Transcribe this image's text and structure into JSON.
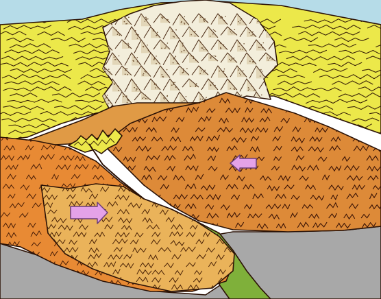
{
  "diagram": {
    "colors": {
      "sky": "#b6dce8",
      "peaks": "#f3eedb",
      "peak_shadow": "#e2d6b8",
      "yellow_belt": "#ece84a",
      "yellow_shade": "#d6cf2e",
      "right_block": "#dd8a38",
      "left_block": "#e88a34",
      "lower_wedge": "#eab35a",
      "inner_block": "#e09a45",
      "mantle": "#a8a8a8",
      "subducting_slab": "#7fb03a",
      "outline": "#2b1206",
      "arrow_fill": "#e4a2e8",
      "arrow_stroke": "#6a3c78"
    },
    "arrows": [
      {
        "name": "right-arrow",
        "direction": "left"
      },
      {
        "name": "left-arrow",
        "direction": "right"
      }
    ]
  }
}
